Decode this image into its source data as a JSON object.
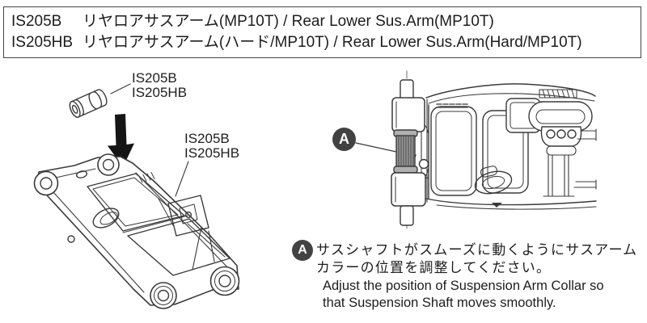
{
  "header": {
    "rows": [
      {
        "part_no": "IS205B",
        "description": "リヤロアサスアーム(MP10T) / Rear Lower Sus.Arm(MP10T)"
      },
      {
        "part_no": "IS205HB",
        "description": "リヤロアサスアーム(ハード/MP10T) / Rear Lower Sus.Arm(Hard/MP10T)"
      }
    ]
  },
  "left_diagram": {
    "pin_label": {
      "line1": "IS205B",
      "line2": "IS205HB"
    },
    "arm_label": {
      "line1": "IS205B",
      "line2": "IS205HB"
    }
  },
  "right_diagram": {
    "callout_letter": "A"
  },
  "note": {
    "marker_letter": "A",
    "jp_line1": "サスシャフトがスムーズに動くようにサスアーム",
    "jp_line2": "カラーの位置を調整してください。",
    "en_line1": "Adjust the position of Suspension Arm Collar so",
    "en_line2": "that Suspension Shaft moves smoothly."
  },
  "colors": {
    "line": "#3a3a3a",
    "callout_bg": "#424242",
    "collar_fill": "#9a9a9a",
    "collar_rib": "#565656",
    "arrow": "#151515"
  }
}
